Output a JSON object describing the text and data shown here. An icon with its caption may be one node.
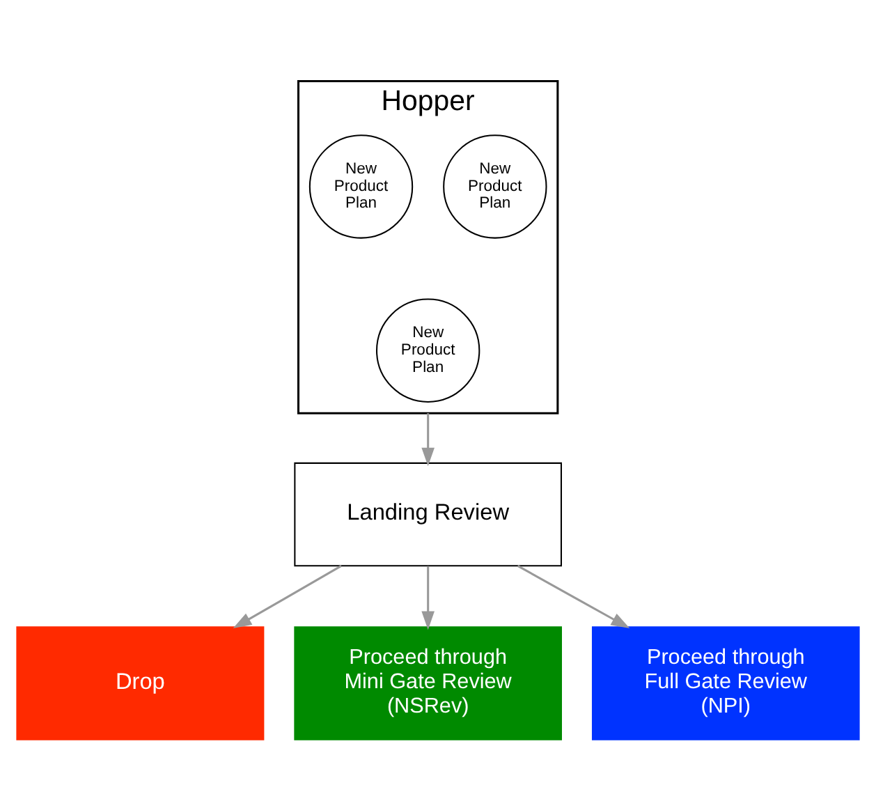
{
  "diagram": {
    "nodes": [
      {
        "text": [
          "Hopper"
        ]
      },
      {
        "text": [
          "New Product Plan"
        ],
        "in": 0
      },
      {
        "text": [
          "New Product Plan"
        ],
        "in": 0
      },
      {
        "text": [
          "New Product Plan"
        ],
        "in": 0
      },
      {
        "text": [
          "Landing Review"
        ]
      },
      {
        "text": [
          "Drop"
        ]
      },
      {
        "text": [
          "Proceed through Mini Gate Review (NSRev)"
        ]
      },
      {
        "text": [
          "Proceed through Full Gate Review (NPI)"
        ]
      }
    ],
    "edges": [
      {
        "from": 0,
        "to": 4,
        "arrow": "to"
      },
      {
        "from": 4,
        "to": 5,
        "arrow": "to"
      },
      {
        "from": 4,
        "to": 6,
        "arrow": "to"
      },
      {
        "from": 4,
        "to": 7,
        "arrow": "to"
      }
    ]
  }
}
